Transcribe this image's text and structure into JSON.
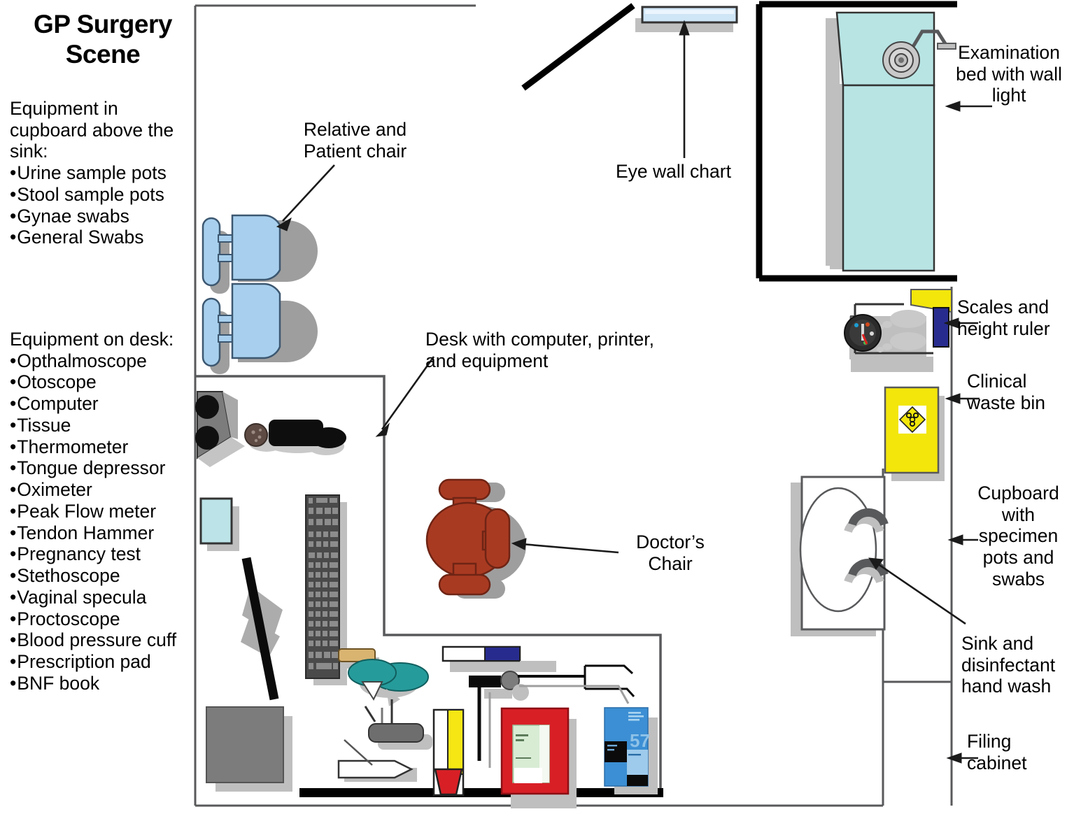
{
  "title": "GP Surgery Scene",
  "panels": {
    "cupboard": {
      "heading": "Equipment in cupboard above the sink:",
      "items": [
        "Urine sample pots",
        "Stool sample pots",
        "Gynae swabs",
        "General Swabs"
      ]
    },
    "desk": {
      "heading": "Equipment on desk:",
      "items": [
        "Opthalmoscope",
        "Otoscope",
        "Computer",
        "Tissue",
        "Thermometer",
        "Tongue depressor",
        "Oximeter",
        "Peak Flow meter",
        "Tendon Hammer",
        "Pregnancy test",
        "Stethoscope",
        "Vaginal specula",
        "Proctoscope",
        "Blood pressure cuff",
        "Prescription pad",
        "BNF book"
      ]
    }
  },
  "callouts": {
    "relative_patient_chair": "Relative and Patient chair",
    "eye_wall_chart": "Eye wall  chart",
    "examination_bed": "Examination bed with wall light",
    "desk_with_computer": "Desk with computer, printer, and equipment",
    "doctors_chair": "Doctor’s Chair",
    "scales_height_ruler": "Scales and height ruler",
    "clinical_waste_bin": "Clinical waste bin",
    "cupboard_specimen": "Cupboard with specimen pots and swabs",
    "sink_handwash": "Sink and disinfectant hand wash",
    "filing_cabinet": "Filing cabinet"
  },
  "objects": {
    "bnf_book_edition": "57"
  },
  "colors": {
    "patient_chair": "#A8D0EE",
    "doctor_chair": "#A93A22",
    "exam_bed": "#B8E4E4",
    "eye_chart": "#CFE6F7",
    "waste_bin": "#F2E60B",
    "height_ruler": "#272B8E",
    "scales_dial": "#2B2B2B",
    "shadow": "#BFBFBF",
    "wall": "#000000",
    "furniture_outline": "#58595B",
    "specula_teal": "#269B9B",
    "pregnancy_red": "#D81F26",
    "bnf_blue": "#3C8FD4",
    "tongue_depressor": "#D9B471",
    "marker_yellow": "#F5E614"
  }
}
